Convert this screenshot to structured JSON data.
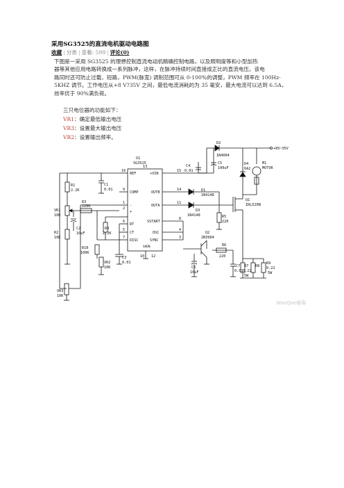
{
  "article": {
    "title": "采用SG3525的直流电机驱动电路图",
    "meta": {
      "favorite": "收藏",
      "category_label": "分类",
      "views_label": "查看: 599",
      "comments_label": "评论(0)"
    },
    "paragraph_lines": [
      "下图是一采用 SG3525 的理想控制直流电动机精确控制电路，以及照明度等和小型加热",
      "器等其他应用电路转换成一系列脉冲，这样，在脉冲持续时间直接成正比的直流电压。该电",
      "路同时还可防止过载、短路，PWM(脉宽)  调制范围可从 0-100％的调整，PWM 频率在 100Hz-",
      "5KHZ 调节。工作电压从+8 V?35V 之间，最低电流消耗的为 35 毫安，最大电流可以达到 6.5A，",
      "效率优于 90%满负荷。"
    ],
    "vr_intro": "三只电位器的功能如下：",
    "vr_items": [
      {
        "name": "VR1",
        "text": "：确定最低输出电压"
      },
      {
        "name": "VR3",
        "text": "：设置最大输出电压"
      },
      {
        "name": "VR2",
        "text": "：设置输出频率。"
      }
    ]
  },
  "schematic": {
    "labels": {
      "d2": "D2",
      "d2_part": "1N4004",
      "vin": "+8V~35V",
      "c5": "C5",
      "c5_val": "100uF",
      "c4": "C4",
      "c4_val": "0.01",
      "d4": "D4",
      "d4_val": "6A2",
      "m1": "M1",
      "m1_name": "MOTOR",
      "u1": "U1",
      "u1_part": "SG3525",
      "ref": "REF",
      "vin_pin": "+VIN",
      "comp": "COMP",
      "outb": "OUTB",
      "outa": "OUTA",
      "minus": "-",
      "plus": "+",
      "rt": "RT",
      "ct": "CT",
      "disc": "DISC",
      "sstart": "SSTART",
      "osc": "OSC",
      "sync": "SYNC",
      "shdn": "SHDN",
      "p16": "16",
      "p15": "15",
      "p9": "9",
      "p14": "14",
      "p11": "11",
      "p1": "1",
      "p2": "2",
      "p6": "6",
      "p5": "5",
      "p7": "7",
      "p8": "8",
      "p4": "4",
      "p3": "3",
      "p10": "10",
      "p12": "12",
      "p13": "13",
      "r1": "R1",
      "r1_val": "2.2K",
      "c1": "C1",
      "c1_val": "0.01",
      "r3": "R3",
      "r3_val": "220K",
      "vr1": "VR1",
      "vr1_val": "10K",
      "r2": "R2",
      "r2_val": "10K",
      "c2": "C2",
      "c2_val": "10uF",
      "r4": "R4",
      "r4_val": "2.2K",
      "r10": "R10",
      "r10_val": "100K",
      "vr2": "VR2",
      "vr2_val": "10K",
      "c3": "C3",
      "c3_val": "0.01",
      "vr3": "VR3",
      "vr3_val": "10K",
      "d1": "D1",
      "d1_part": "1N4148",
      "d3": "D3",
      "d3_part": "1N4148",
      "q1": "Q1",
      "q1_part": "IRL520N",
      "r5": "R5",
      "r5_val": "220",
      "q2": "Q2",
      "q2_part": "2N3904",
      "r6": "R6",
      "r6_val": "220",
      "c6": "C6",
      "c6_val": "10uF",
      "c7": "C7",
      "c7_val": "0.01",
      "r7": "R7",
      "r7_val": "0.22",
      "r7_w": "5W",
      "r8": "R8",
      "r9": "R9",
      "r9_val": "0.22",
      "r9_w": "5W"
    },
    "watermark": "WaeQee维客"
  }
}
